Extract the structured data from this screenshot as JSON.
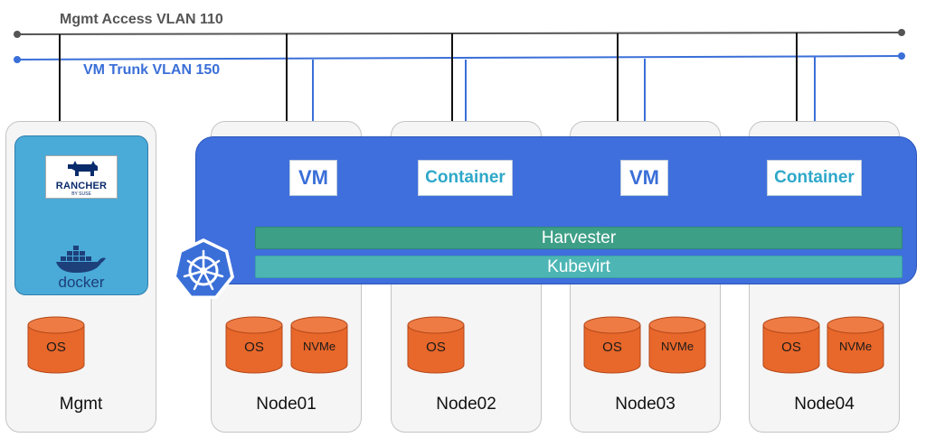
{
  "networks": {
    "mgmt_vlan": "Mgmt Access VLAN 110",
    "vm_vlan": "VM Trunk VLAN 150"
  },
  "colors": {
    "mgmt_line": "#555555",
    "vm_line": "#3a6fd8",
    "cluster_panel": "#3f6fdc",
    "harvester": "#3e9f87",
    "kubevirt": "#4db6b5",
    "disk": "#e8672a",
    "mgmt_tile": "#4aaad8"
  },
  "nodes": {
    "mgmt": {
      "name": "Mgmt",
      "disks": [
        "OS"
      ]
    },
    "node01": {
      "name": "Node01",
      "disks": [
        "OS",
        "NVMe"
      ]
    },
    "node02": {
      "name": "Node02",
      "disks": [
        "OS"
      ]
    },
    "node03": {
      "name": "Node03",
      "disks": [
        "OS",
        "NVMe"
      ]
    },
    "node04": {
      "name": "Node04",
      "disks": [
        "OS",
        "NVMe"
      ]
    }
  },
  "mgmt_stack": {
    "rancher": "RANCHER",
    "rancher_sub": "BY SUSE",
    "docker": "docker"
  },
  "workloads": [
    "VM",
    "Container",
    "VM",
    "Container"
  ],
  "layers": {
    "harvester": "Harvester",
    "kubevirt": "Kubevirt"
  },
  "icons": {
    "kubernetes": "kubernetes-helm-wheel-icon",
    "rancher": "rancher-bull-icon",
    "docker": "docker-whale-icon",
    "disk": "cylinder-disk-icon"
  }
}
